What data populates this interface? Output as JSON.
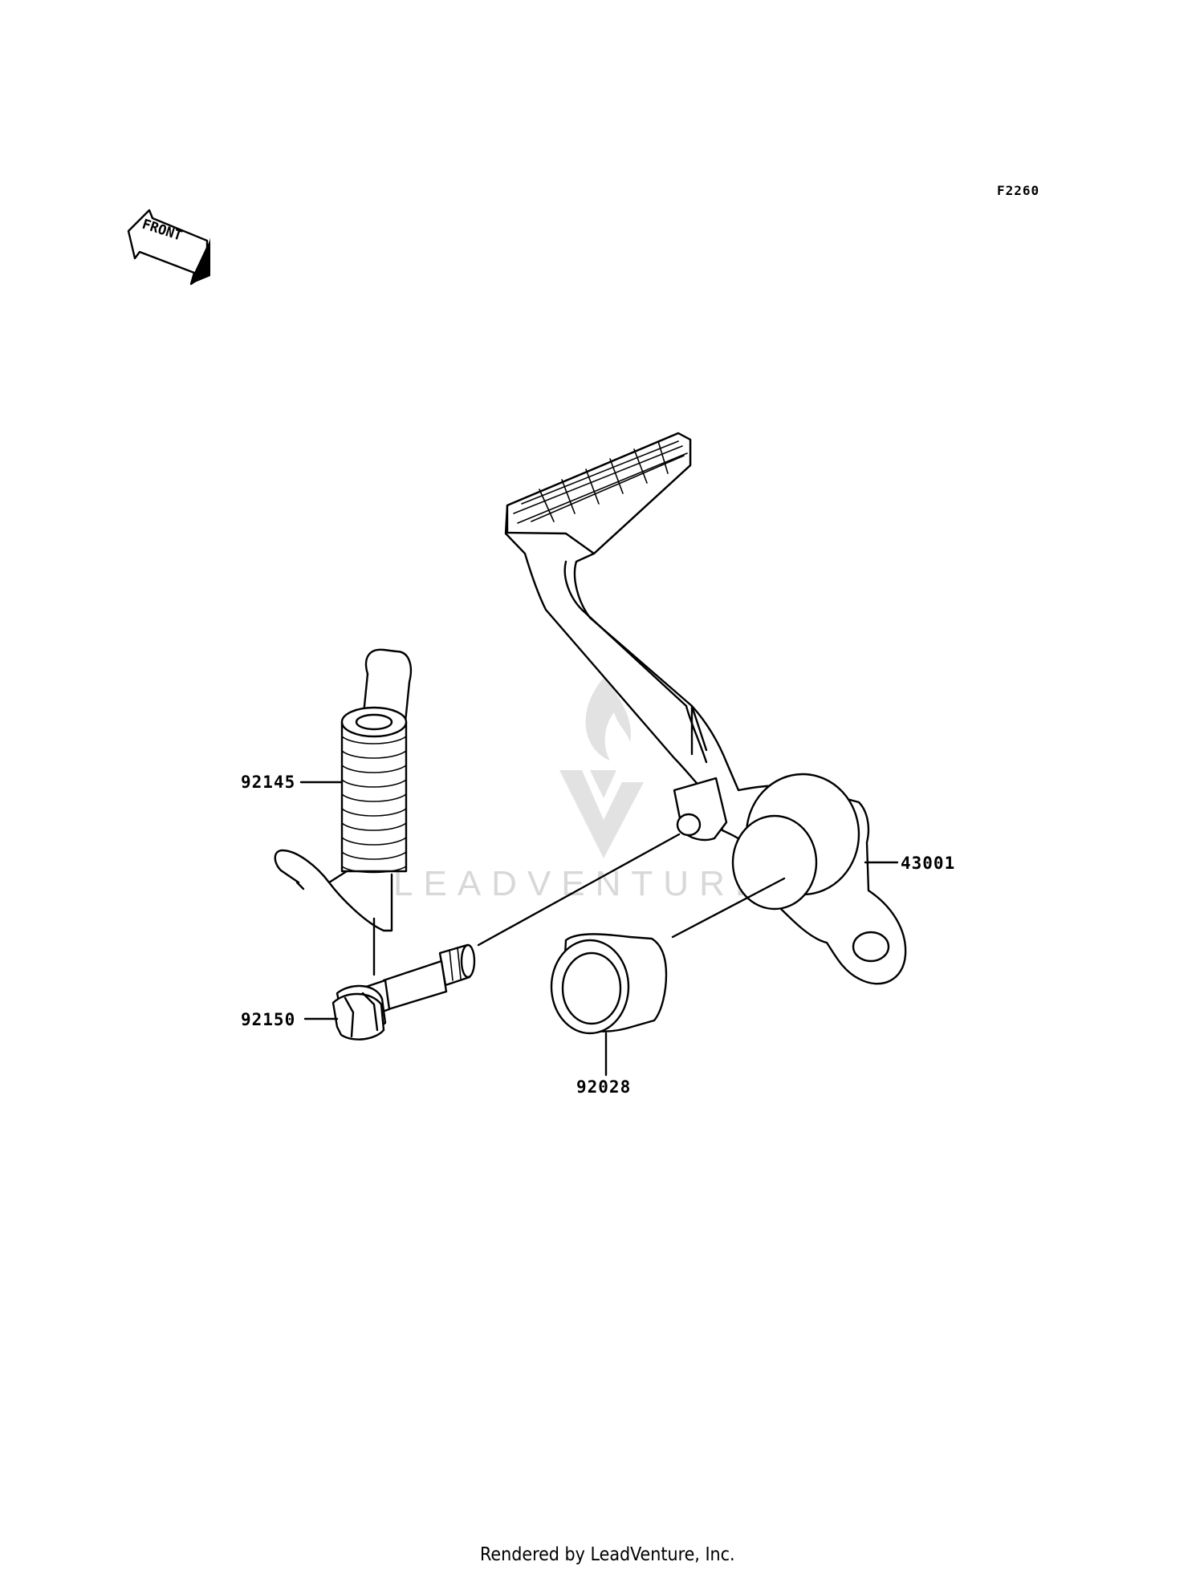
{
  "figure_code": "F2260",
  "front_label": "FRONT",
  "watermark_text": "LEADVENTURE",
  "footer": "Rendered by LeadVenture, Inc.",
  "parts": [
    {
      "id": "spring",
      "number": "92145"
    },
    {
      "id": "bolt",
      "number": "92150"
    },
    {
      "id": "bushing",
      "number": "92028"
    },
    {
      "id": "pedal",
      "number": "43001"
    }
  ],
  "colors": {
    "line": "#000000",
    "watermark": "#d8d8d8",
    "background": "#ffffff"
  }
}
